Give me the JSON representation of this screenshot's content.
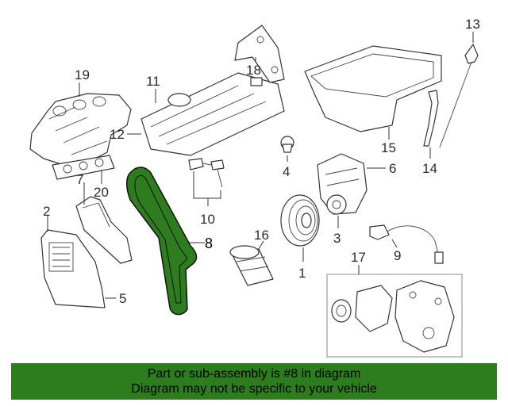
{
  "callouts": {
    "c1": "1",
    "c2": "2",
    "c3": "3",
    "c4": "4",
    "c5": "5",
    "c6": "6",
    "c7": "7",
    "c8": "8",
    "c9": "9",
    "c10": "10",
    "c11": "11",
    "c12": "12",
    "c13": "13",
    "c14": "14",
    "c15": "15",
    "c16": "16",
    "c17": "17",
    "c18": "18",
    "c19": "19",
    "c20": "20"
  },
  "highlight_color": "#2d7d1e",
  "banner": {
    "line1": "Part or sub-assembly is #8 in diagram",
    "line2": "Diagram may not be specific to your vehicle"
  }
}
